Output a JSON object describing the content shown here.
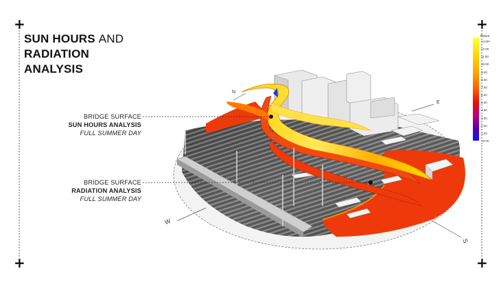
{
  "title": {
    "line1_bold": "SUN HOURS",
    "line1_light": "AND",
    "line2": "RADIATION",
    "line3": "ANALYSIS"
  },
  "callouts": {
    "sun_hours": {
      "line1": "BRIDGE SURFACE",
      "line2": "SUN HOURS ANALYSIS",
      "line3": "FULL SUMMER DAY"
    },
    "radiation": {
      "line1": "BRIDGE SURFACE",
      "line2": "RADIATION ANALYSIS",
      "line3": "FULL SUMMER DAY"
    }
  },
  "compass": {
    "west": "W",
    "south": "S",
    "east": "E",
    "north": "N"
  },
  "legend": {
    "title": "Hours",
    "ticks": [
      "13.00+",
      "12.00",
      "11.00",
      "10.00",
      "9.00",
      "8.00",
      "7.00",
      "6.00",
      "5.00",
      "4.00",
      "3.00",
      "2.00",
      "1.00",
      "<0.00"
    ],
    "colors": [
      "#ffff33",
      "#ffd400",
      "#ff9f00",
      "#ff5a00",
      "#f01000",
      "#c00070",
      "#5a00b0",
      "#1010ff"
    ]
  },
  "palette": {
    "hot_red": "#ee3a0a",
    "orange": "#ff8a00",
    "yellow": "#ffe400",
    "site_gray": "#6a6a6a"
  }
}
